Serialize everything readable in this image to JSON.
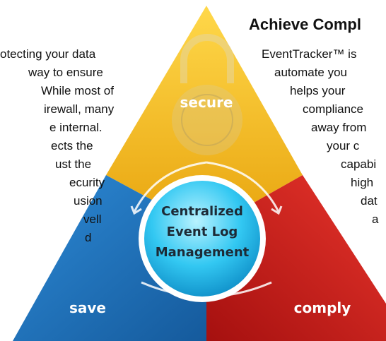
{
  "left_text": [
    "otecting your data",
    "way to ensure",
    "While most of",
    "irewall, many",
    "e  internal.",
    "ects  the",
    "ust  the",
    "ecurity",
    "usion",
    "vell",
    "d"
  ],
  "right_title": "Achieve Compl",
  "right_text": [
    "EventTracker™ is",
    "automate  you",
    "helps   your",
    "compliance",
    "away from",
    "your  c",
    "capabi",
    "high",
    "dat",
    "a"
  ],
  "diagram": {
    "labels": {
      "top": "secure",
      "left": "save",
      "right": "comply"
    },
    "center_lines": [
      "Centralized",
      "Event Log",
      "Management"
    ]
  },
  "colors": {
    "secure": "#f2b418",
    "save": "#1f78c4",
    "comply": "#d61f1f",
    "center": "#2fc4f0"
  }
}
